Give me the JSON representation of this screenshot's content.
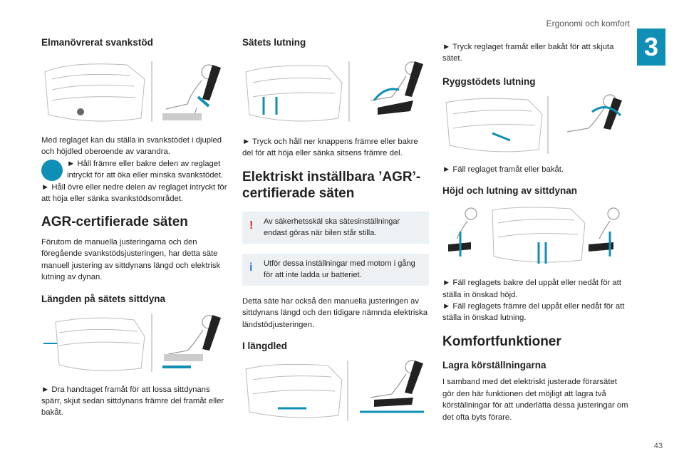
{
  "header": {
    "title": "Ergonomi och komfort",
    "chapter": "3",
    "page": "43"
  },
  "col1": {
    "h_lumbar": "Elmanövrerat svankstöd",
    "p_lumbar_1": "Med reglaget kan du ställa in svankstödet i djupled och höjdled oberoende av varandra.",
    "p_lumbar_2": "► Håll främre eller bakre delen av reglaget intryckt för att öka eller minska svankstödet.",
    "p_lumbar_3": "► Håll övre eller nedre delen av reglaget intryckt för att höja eller sänka svankstödsområdet.",
    "h_agr": "AGR-certifierade säten",
    "p_agr": "Förutom de manuella justeringarna och den föregående svankstödsjusteringen, har detta säte manuell justering av sittdynans längd och elektrisk lutning av dynan.",
    "h_length": "Längden på sätets sittdyna",
    "p_length": "► Dra handtaget framåt för att lossa sittdynans spärr, skjut sedan sittdynans främre del framåt eller bakåt."
  },
  "col2": {
    "h_tilt": "Sätets lutning",
    "p_tilt": "► Tryck och håll ner knappens främre eller bakre del för att höja eller sänka sitsens främre del.",
    "h_electric": "Elektriskt inställbara ’AGR’-certifierade säten",
    "note_warning": "Av säkerhetsskäl ska sätesinställningar endast göras när bilen står stilla.",
    "note_info": "Utför dessa inställningar med motorn i gång för att inte ladda ur batteriet.",
    "p_electric": "Detta säte har också den manuella justeringen av sittdynans längd och den tidigare nämnda elektriska ländstödjusteringen.",
    "h_lengthwise": "I längdled"
  },
  "col3": {
    "p_slide": "► Tryck reglaget framåt eller bakåt för att skjuta sätet.",
    "h_backrest": "Ryggstödets lutning",
    "p_backrest": "► Fäll reglaget framåt eller bakåt.",
    "h_cushion": "Höjd och lutning av sittdynan",
    "p_cushion_1": "► Fäll reglagets bakre del uppåt eller nedåt för att ställa in önskad höjd.",
    "p_cushion_2": "► Fäll reglagets främre del uppåt eller nedåt för att ställa in önskad lutning.",
    "h_comfort": "Komfortfunktioner",
    "h_memory": "Lagra körställningarna",
    "p_memory": "I samband med det elektriskt justerade förarsätet gör den här funktionen det möjligt att lagra två körställningar för att underlätta dessa justeringar om det ofta byts förare."
  },
  "colors": {
    "accent": "#0f8fb5",
    "warning": "#e4222b",
    "info": "#2d7fd0",
    "note_bg": "#eef1f3"
  }
}
